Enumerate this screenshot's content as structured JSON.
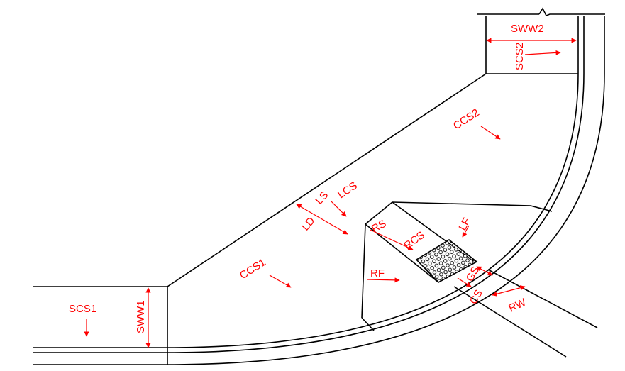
{
  "labels": {
    "sww2": "SWW2",
    "scs2": "SCS2",
    "ccs2": "CCS2",
    "ls": "LS",
    "lcs": "LCS",
    "ld": "LD",
    "rs": "RS",
    "rcs": "RCS",
    "lf": "LF",
    "ccs1": "CCS1",
    "rf": "RF",
    "gs": "GS",
    "cs": "CS",
    "rw": "RW",
    "scs1": "SCS1",
    "sww1": "SWW1"
  },
  "colors": {
    "line": "#000000",
    "annotation": "#ff0000"
  }
}
